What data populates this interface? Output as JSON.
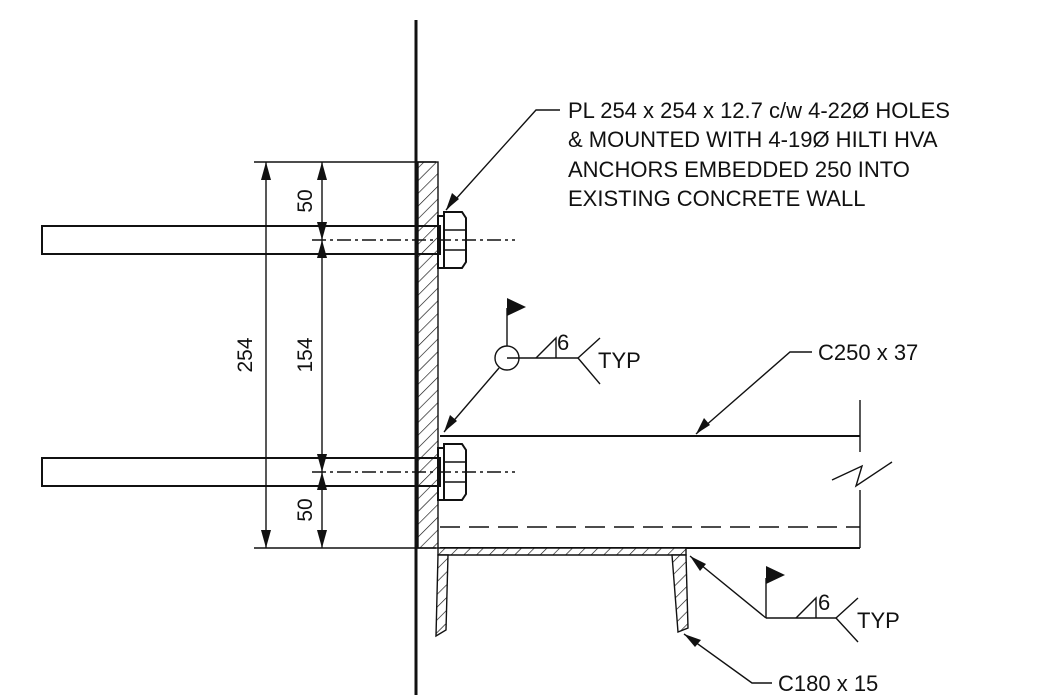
{
  "note_plate": {
    "lines": [
      "PL 254 x 254 x 12.7 c/w 4-22Ø HOLES",
      "& MOUNTED WITH 4-19Ø HILTI HVA",
      "ANCHORS EMBEDDED 250 INTO",
      "EXISTING CONCRETE WALL"
    ]
  },
  "labels": {
    "channel_main": "C250 x 37",
    "channel_small": "C180 x 15"
  },
  "weld_upper": {
    "size": "6",
    "note": "TYP"
  },
  "weld_lower": {
    "size": "6",
    "note": "TYP"
  },
  "dimensions": {
    "overall": "254",
    "top_edge": "50",
    "middle": "154",
    "bottom_edge": "50"
  }
}
